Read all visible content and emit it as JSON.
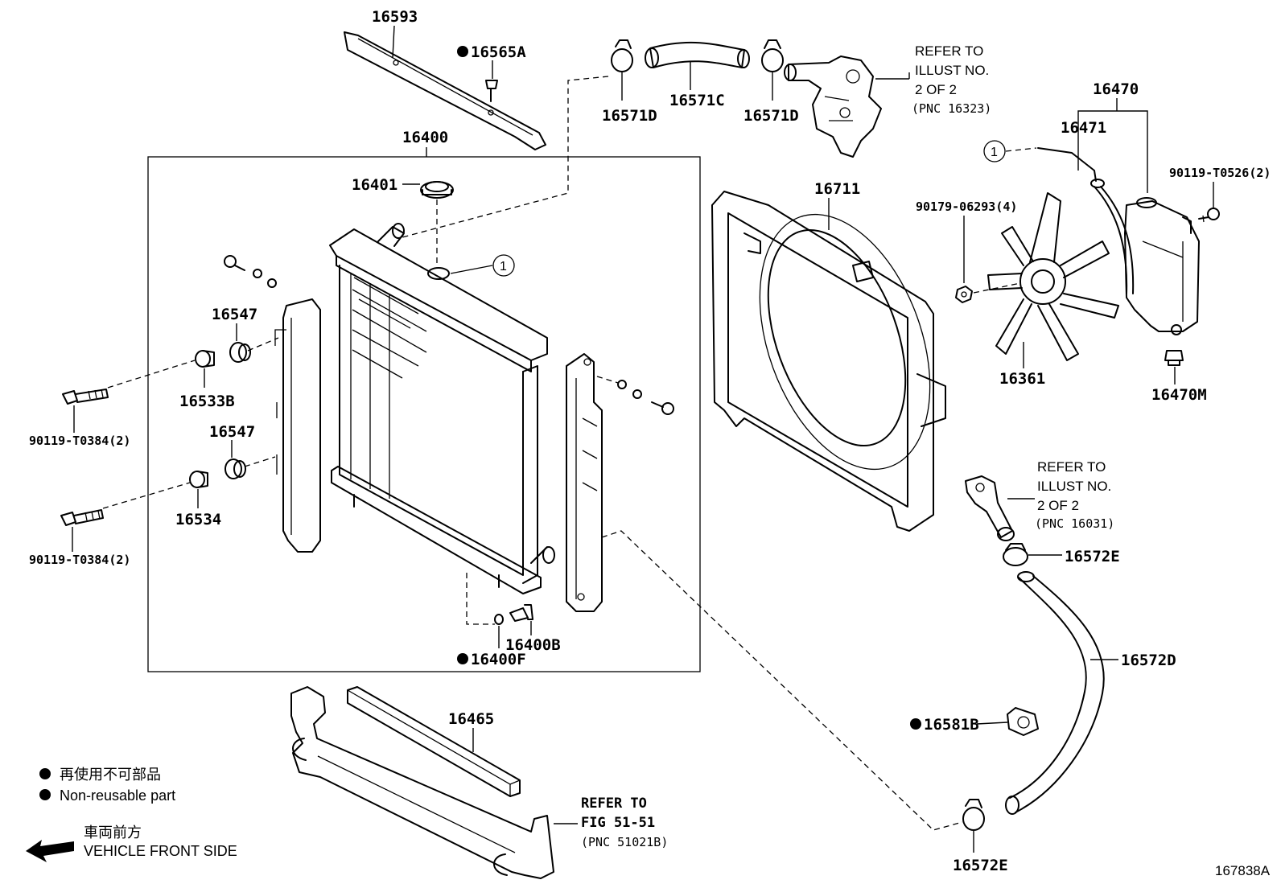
{
  "labels": {
    "p16593": "16593",
    "p16565A": "16565A",
    "p16571D_left": "16571D",
    "p16571C": "16571C",
    "p16571D_right": "16571D",
    "p16400": "16400",
    "p16401": "16401",
    "p16547_top": "16547",
    "p16533B": "16533B",
    "p90119_T0384_top": "90119-T0384(2)",
    "p16547_bottom": "16547",
    "p16534": "16534",
    "p90119_T0384_bottom": "90119-T0384(2)",
    "p16400B": "16400B",
    "p16400F": "16400F",
    "p16711": "16711",
    "p16470": "16470",
    "p16471": "16471",
    "p90119_T0526": "90119-T0526(2)",
    "p90179_06293": "90179-06293(4)",
    "p16361": "16361",
    "p16470M": "16470M",
    "p16572E_top": "16572E",
    "p16572D": "16572D",
    "p16581B": "16581B",
    "p16572E_bottom": "16572E",
    "p16465": "16465"
  },
  "references": {
    "water_outlet": [
      "REFER TO",
      "ILLUST NO.",
      "2 OF 2",
      "(PNC 16323)"
    ],
    "thermostat": [
      "REFER TO",
      "ILLUST NO.",
      "2 OF 2",
      "(PNC 16031)"
    ],
    "support": [
      "REFER TO",
      "FIG 51-51",
      "(PNC 51021B)"
    ]
  },
  "circle_marker": "1",
  "legend": {
    "non_reusable_ja": "再使用不可部品",
    "non_reusable_en": "Non-reusable part",
    "front_ja": "車両前方",
    "front_en": "VEHICLE FRONT SIDE"
  },
  "catalog_id": "167838A"
}
